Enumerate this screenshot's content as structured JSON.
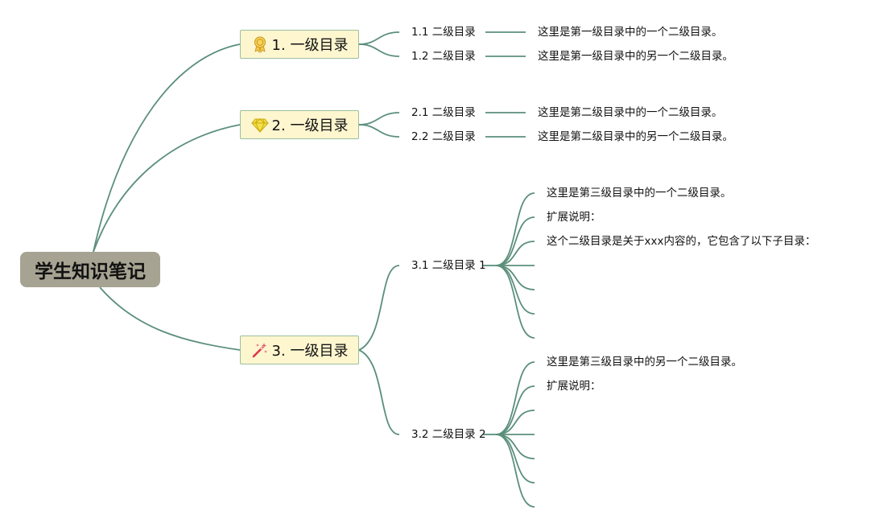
{
  "root": {
    "title": "学生知识笔记"
  },
  "branches": [
    {
      "label": "1. 一级目录",
      "icon": "award-medal-icon",
      "children": [
        {
          "label": "1.1 二级目录",
          "note": "这里是第一级目录中的一个二级目录。"
        },
        {
          "label": "1.2 二级目录",
          "note": "这里是第一级目录中的另一个二级目录。"
        }
      ]
    },
    {
      "label": "2. 一级目录",
      "icon": "diamond-icon",
      "children": [
        {
          "label": "2.1 二级目录",
          "note": "这里是第二级目录中的一个二级目录。"
        },
        {
          "label": "2.2 二级目录",
          "note": "这里是第二级目录中的另一个二级目录。"
        }
      ]
    },
    {
      "label": "3. 一级目录",
      "icon": "magic-wand-icon",
      "children": [
        {
          "label": "3.1 二级目录 1",
          "lines": [
            "这里是第三级目录中的一个二级目录。",
            "扩展说明：",
            "这个二级目录是关于xxx内容的，它包含了以下子目录：",
            "",
            "",
            "",
            ""
          ]
        },
        {
          "label": "3.2 二级目录 2",
          "lines": [
            "这里是第三级目录中的另一个二级目录。",
            "扩展说明：",
            "",
            "",
            "",
            "",
            ""
          ]
        }
      ]
    }
  ],
  "colors": {
    "line": "#5b8f7b",
    "root_bg": "#a6a392",
    "branch_bg": "#fdf6cf",
    "branch_border": "#9bbf9e"
  }
}
